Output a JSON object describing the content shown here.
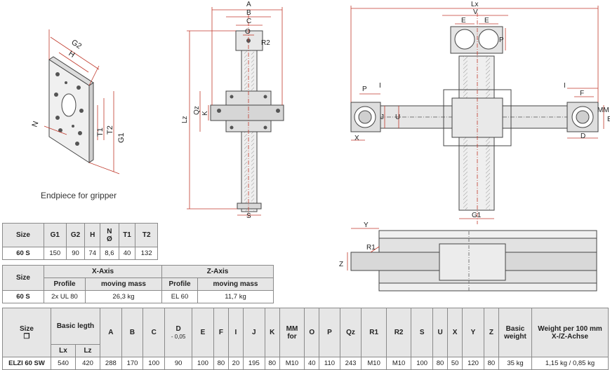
{
  "caption": "Endpiece for gripper",
  "drawing_labels": {
    "plate": {
      "g2": "G2",
      "h": "H",
      "n": "N",
      "t1": "T1",
      "t2": "T2",
      "g1": "G1"
    },
    "side": {
      "a": "A",
      "b": "B",
      "c": "C",
      "o": "O",
      "r2": "R2",
      "lz": "Lz",
      "qz": "Qz",
      "k": "K",
      "s": "S"
    },
    "top": {
      "lx": "Lx",
      "v": "V",
      "e1": "E",
      "e2": "E",
      "p1": "P",
      "p2": "P",
      "j": "J",
      "u": "U",
      "x": "X",
      "i1": "I",
      "i2": "I",
      "f": "F",
      "mm": "MM",
      "d": "D",
      "g1": "G1"
    },
    "bottom": {
      "y": "Y",
      "r1": "R1",
      "z": "Z"
    }
  },
  "table1": {
    "headers": [
      "Size",
      "G1",
      "G2",
      "H",
      "N\nØ",
      "T1",
      "T2"
    ],
    "row": [
      "60 S",
      "150",
      "90",
      "74",
      "8,6",
      "40",
      "132"
    ]
  },
  "table2": {
    "size_label": "Size",
    "x_axis": "X-Axis",
    "z_axis": "Z-Axis",
    "sub": [
      "Profile",
      "moving mass",
      "Profile",
      "moving mass"
    ],
    "row": [
      "60 S",
      "2x UL 80",
      "26,3 kg",
      "EL 60",
      "11,7 kg"
    ]
  },
  "table3": {
    "size_label": "Size",
    "size_symbol": "❐",
    "basic_length": "Basic legth",
    "lx": "Lx",
    "lz": "Lz",
    "cols": [
      "A",
      "B",
      "C",
      "D",
      "E",
      "F",
      "I",
      "J",
      "K",
      "MM",
      "O",
      "P",
      "Qz",
      "R1",
      "R2",
      "S",
      "U",
      "X",
      "Y",
      "Z"
    ],
    "d_tol": "- 0,05",
    "mm_for": "for",
    "basic_weight": "Basic weight",
    "weight_per": "Weight per 100 mm X-/Z-Achse",
    "row": [
      "ELZI 60 SW",
      "540",
      "420",
      "288",
      "170",
      "100",
      "90",
      "100",
      "80",
      "20",
      "195",
      "80",
      "M10",
      "40",
      "110",
      "243",
      "M10",
      "M10",
      "100",
      "80",
      "50",
      "120",
      "80",
      "35 kg",
      "1,15 kg / 0,85 kg"
    ]
  }
}
